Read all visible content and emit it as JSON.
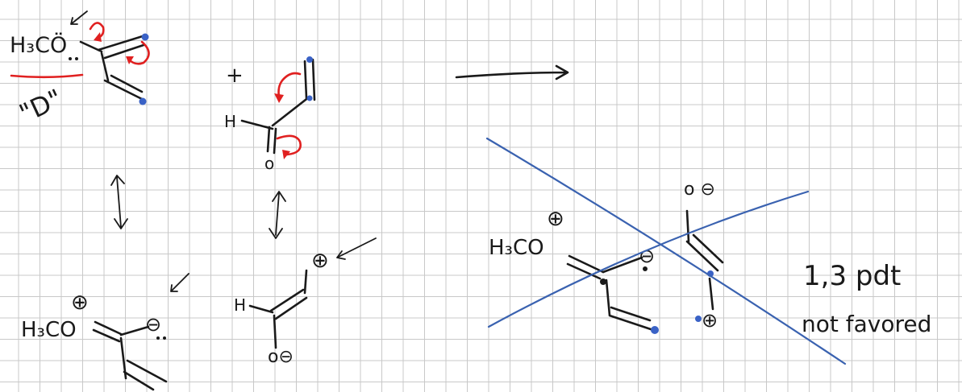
{
  "colors": {
    "ink": "#1a1a1a",
    "arrow_red": "#e02020",
    "cross_blue": "#3a62b0",
    "dot_blue": "#3a62c6",
    "grid": "#c8c8c8"
  },
  "labels": {
    "h3co_top": "H₃CÖ",
    "d_label": "\"D\"",
    "plus_sign": "+",
    "h_top": "H",
    "o_top": "o",
    "h3co_bottom": "H₃CO",
    "h_bottom": "H",
    "o_minus_bottom": "o⊖",
    "h3co_right": "H₃CO",
    "o_minus_right": "o ⊖",
    "plus_charge": "⊕",
    "minus_charge": "⊖",
    "note_line1": "1,3 pdt",
    "note_line2": "not favored"
  }
}
